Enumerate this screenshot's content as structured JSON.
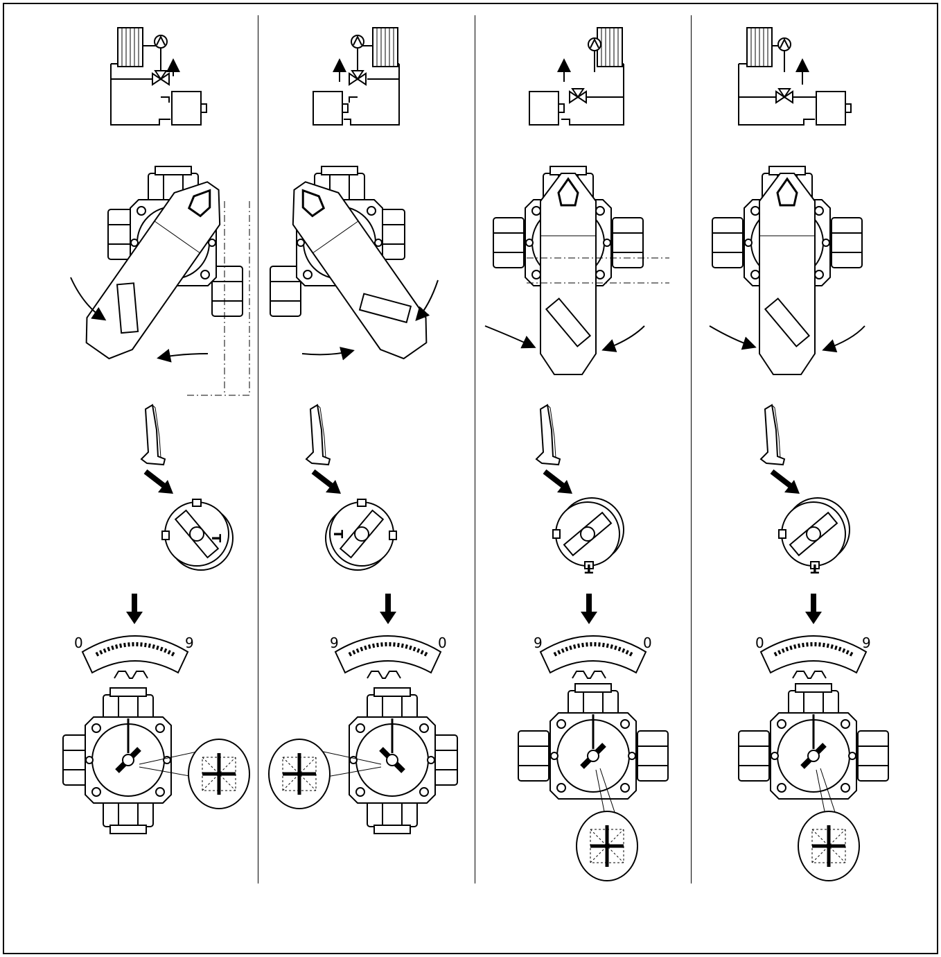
{
  "columns": [
    {
      "scale_left": "0",
      "scale_right": "9",
      "cap_mark": "T"
    },
    {
      "scale_left": "9",
      "scale_right": "0",
      "cap_mark": "T"
    },
    {
      "scale_left": "9",
      "scale_right": "0",
      "cap_mark": "T"
    },
    {
      "scale_left": "0",
      "scale_right": "9",
      "cap_mark": "T"
    }
  ],
  "colors": {
    "line": "#000000",
    "background": "#ffffff"
  }
}
